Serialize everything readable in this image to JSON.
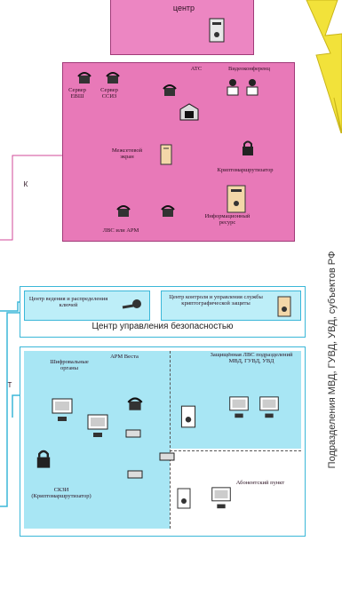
{
  "top_center": {
    "label": "центр"
  },
  "pink_network": {
    "ats": "АТС",
    "video": "Видеоконференц",
    "server_esd": "Сервер ЕВШ",
    "server_ssi": "Сервер ССИЗ",
    "firewall": "Межсетевой экран",
    "crypto_router": "Криптомаршрутизатор",
    "lan_arm": "ЛВС или АРМ",
    "info_resource": "Информационный ресурс",
    "link_label": "К"
  },
  "security_center": {
    "key_center": "Центр ведения и распределения ключей",
    "audit_center": "Центр контроля и управления службы криптографической защиты",
    "title": "Центр управления безопасностью"
  },
  "subdivision": {
    "crypto_means": "Шифровальные органы",
    "arm_vesta": "АРМ Веста",
    "remote_lans": "Защищённая ЛВС подразделений МВД, ГУВД, УВД",
    "skzi": "СКЗИ (Криптомаршрутизатор)",
    "subscriber": "Абонентский пункт",
    "link_label": "Т"
  },
  "side_caption": "Подразделения МВД, ГУВД, УВД, субъектов РФ",
  "colors": {
    "pink": "#e879b8",
    "cyan": "#3bb7d8",
    "lightning": "#f2e23a"
  },
  "icons": [
    "server-icon",
    "phone-icon",
    "lock-icon",
    "computer-icon",
    "router-icon",
    "key-icon",
    "camera-icon"
  ]
}
